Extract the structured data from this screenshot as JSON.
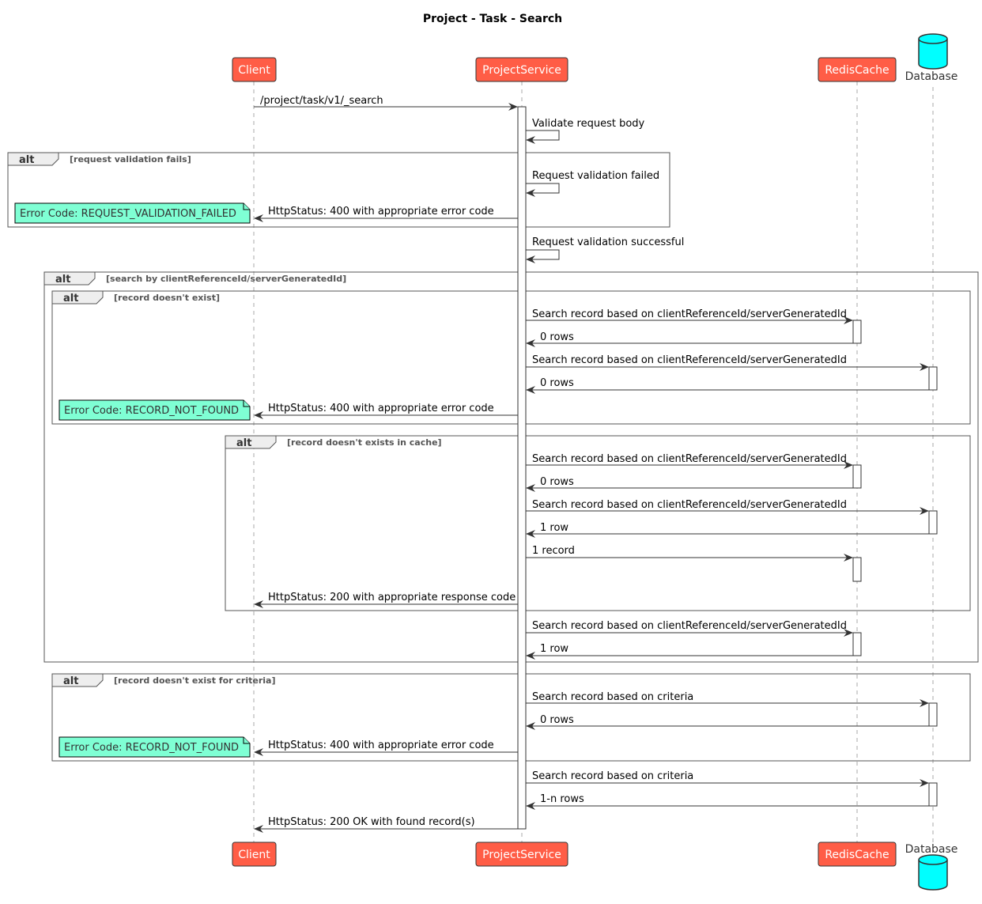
{
  "title": "Project - Task - Search",
  "colors": {
    "participant_fill": "#ff5d46",
    "participant_border": "#333333",
    "database_fill": "#00ffff",
    "note_fill": "#7fffd4"
  },
  "participants": {
    "client": "Client",
    "project_service": "ProjectService",
    "redis_cache": "RedisCache",
    "database": "Database"
  },
  "frames": {
    "f1": {
      "keyword": "alt",
      "condition": "[request validation fails]"
    },
    "f2": {
      "keyword": "alt",
      "condition": "[search by clientReferenceId/serverGeneratedId]"
    },
    "f3": {
      "keyword": "alt",
      "condition": "[record doesn't exist]"
    },
    "f4": {
      "keyword": "alt",
      "condition": "[record doesn't exists in cache]"
    },
    "f5": {
      "keyword": "alt",
      "condition": "[record doesn't exist for criteria]"
    }
  },
  "messages": {
    "m1": "/project/task/v1/_search",
    "m2": "Validate request body",
    "m3": "Request validation failed",
    "m4": "HttpStatus: 400 with appropriate error code",
    "m5": "Request validation successful",
    "m6": "Search record based on clientReferenceId/serverGeneratedId",
    "m7": "0 rows",
    "m8": "Search record based on clientReferenceId/serverGeneratedId",
    "m9": "0 rows",
    "m10": "HttpStatus: 400 with appropriate error code",
    "m11": "Search record based on clientReferenceId/serverGeneratedId",
    "m12": "0 rows",
    "m13": "Search record based on clientReferenceId/serverGeneratedId",
    "m14": "1 row",
    "m15": "1 record",
    "m16": "HttpStatus: 200 with appropriate response code",
    "m17": "Search record based on clientReferenceId/serverGeneratedId",
    "m18": "1 row",
    "m19": "Search record based on criteria",
    "m20": "0 rows",
    "m21": "HttpStatus: 400 with appropriate error code",
    "m22": "Search record based on criteria",
    "m23": "1-n rows",
    "m24": "HttpStatus: 200 OK with found record(s)"
  },
  "notes": {
    "n1": "Error Code: REQUEST_VALIDATION_FAILED",
    "n2": "Error Code: RECORD_NOT_FOUND",
    "n3": "Error Code: RECORD_NOT_FOUND"
  }
}
